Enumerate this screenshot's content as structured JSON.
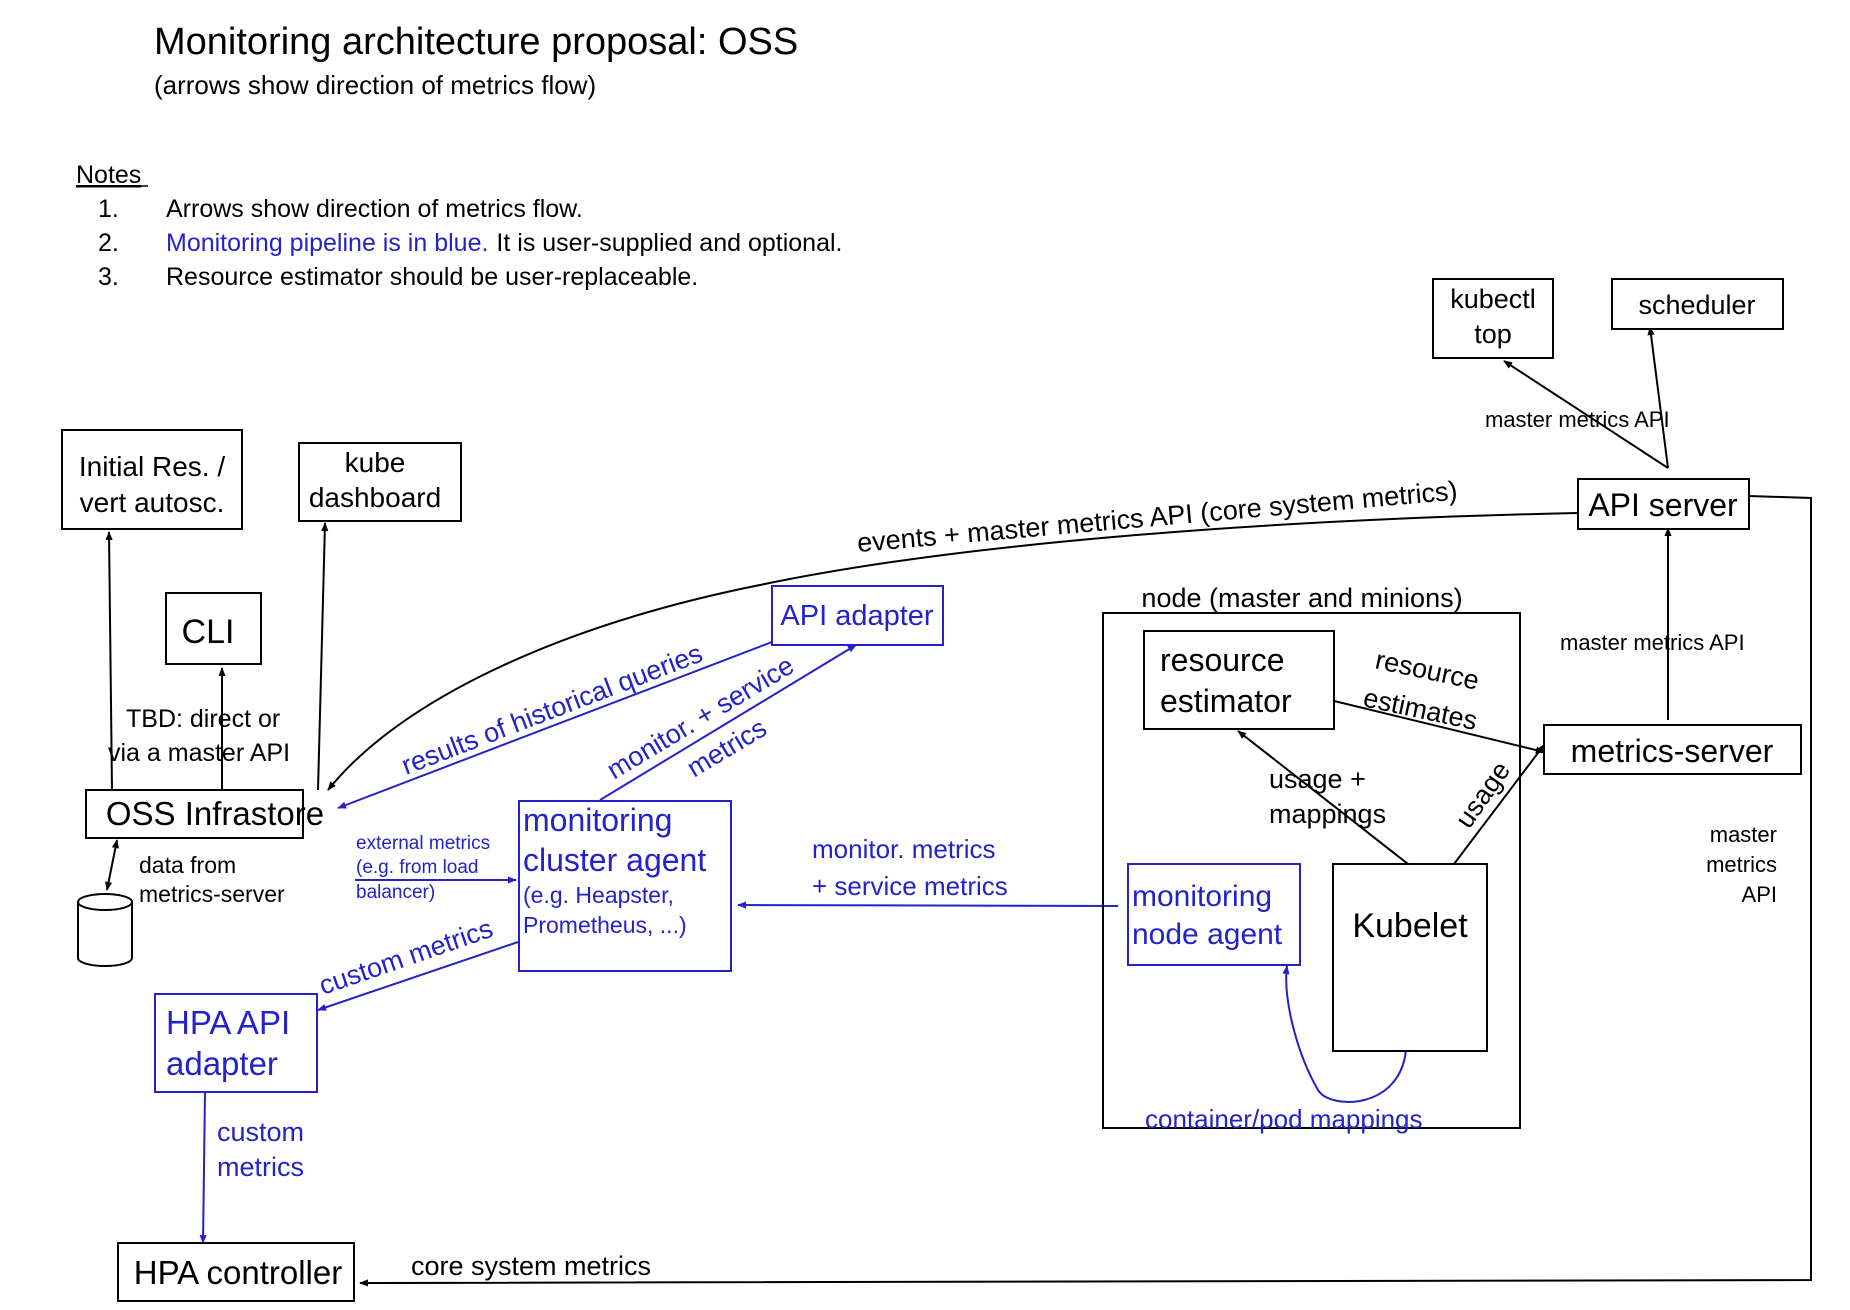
{
  "title": "Monitoring architecture proposal: OSS",
  "subtitle": "(arrows show direction of metrics flow)",
  "notes": {
    "heading": "Notes",
    "items": [
      {
        "num": "1.",
        "text": "Arrows show direction of metrics flow."
      },
      {
        "num": "2.",
        "blue": "Monitoring pipeline is in blue.",
        "text": "It is user-supplied and optional."
      },
      {
        "num": "3.",
        "text": "Resource estimator should be user-replaceable."
      }
    ]
  },
  "nodes": {
    "kubectl_top": [
      "kubectl",
      "top"
    ],
    "scheduler": "scheduler",
    "api_server": "API server",
    "initial_res": [
      "Initial Res. /",
      "vert autosc."
    ],
    "kube_dashboard": [
      "kube",
      "dashboard"
    ],
    "cli": "CLI",
    "oss_infrastore": "OSS Infrastore",
    "api_adapter": "API adapter",
    "node_container": "node (master and minions)",
    "resource_estimator": [
      "resource",
      "estimator"
    ],
    "metrics_server": "metrics-server",
    "monitoring_cluster_agent": [
      "monitoring",
      "cluster agent",
      "(e.g. Heapster,",
      "Prometheus, ...)"
    ],
    "monitoring_node_agent": [
      "monitoring",
      "node agent"
    ],
    "kubelet": "Kubelet",
    "hpa_api_adapter": [
      "HPA API",
      "adapter"
    ],
    "hpa_controller": "HPA controller"
  },
  "edge_labels": {
    "master_metrics_api_top": "master metrics API",
    "events_master_metrics": "events + master metrics API (core system metrics)",
    "master_metrics_api_right": "master metrics API",
    "master_metrics_api_vertical": [
      "master",
      "metrics",
      "API"
    ],
    "results_historical": "results of historical queries",
    "monitor_service_metrics": [
      "monitor. + service",
      "metrics"
    ],
    "tbd_direct": [
      "TBD: direct or",
      "via a master API"
    ],
    "data_from_metrics_server": [
      "data from",
      "metrics-server"
    ],
    "external_metrics": [
      "external metrics",
      "(e.g. from load",
      "balancer)"
    ],
    "monitor_metrics_service": [
      "monitor. metrics",
      "+ service metrics"
    ],
    "resource_estimates": [
      "resource",
      "estimates"
    ],
    "usage_mappings": [
      "usage +",
      "mappings"
    ],
    "usage": "usage",
    "container_pod_mappings": "container/pod mappings",
    "custom_metrics_diag": "custom metrics",
    "custom_metrics_vertical": [
      "custom",
      "metrics"
    ],
    "core_system_metrics": "core system metrics"
  },
  "colors": {
    "blue": "#2323c8",
    "black": "#000000"
  },
  "icons": {
    "database": "cylinder-database-icon"
  }
}
